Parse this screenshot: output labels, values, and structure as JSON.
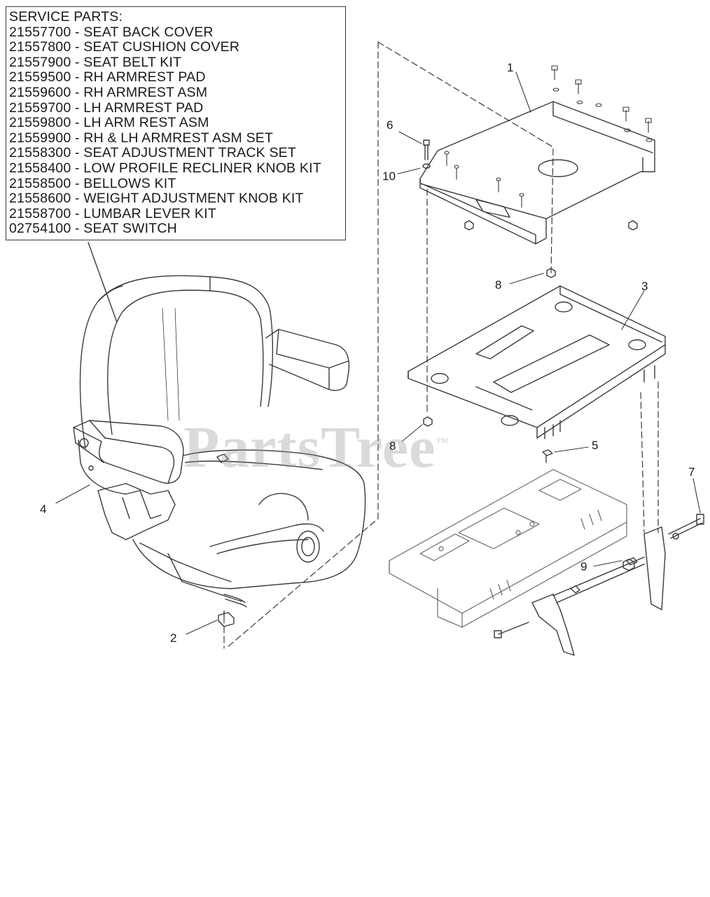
{
  "service_parts": {
    "title": "SERVICE PARTS:",
    "lines": [
      "21557700 - SEAT BACK COVER",
      "21557800 - SEAT CUSHION COVER",
      "21557900 - SEAT BELT KIT",
      "21559500 - RH ARMREST PAD",
      "21559600 - RH ARMREST ASM",
      "21559700 - LH ARMREST PAD",
      "21559800 - LH ARM REST ASM",
      "21559900 - RH & LH ARMREST ASM SET",
      "21558300 - SEAT ADJUSTMENT TRACK SET",
      "21558400 - LOW PROFILE RECLINER KNOB KIT",
      "21558500 - BELLOWS KIT",
      "21558600 - WEIGHT ADJUSTMENT KNOB KIT",
      "21558700 - LUMBAR LEVER KIT",
      "02754100 - SEAT SWITCH"
    ]
  },
  "callouts": {
    "c1": "1",
    "c2": "2",
    "c3": "3",
    "c4": "4",
    "c5": "5",
    "c6": "6",
    "c7": "7",
    "c8a": "8",
    "c8b": "8",
    "c9": "9",
    "c10": "10"
  },
  "watermark": {
    "text": "PartsTree",
    "trademark": "™"
  },
  "colors": {
    "line": "#3a3a3a",
    "watermark": "#969696"
  }
}
